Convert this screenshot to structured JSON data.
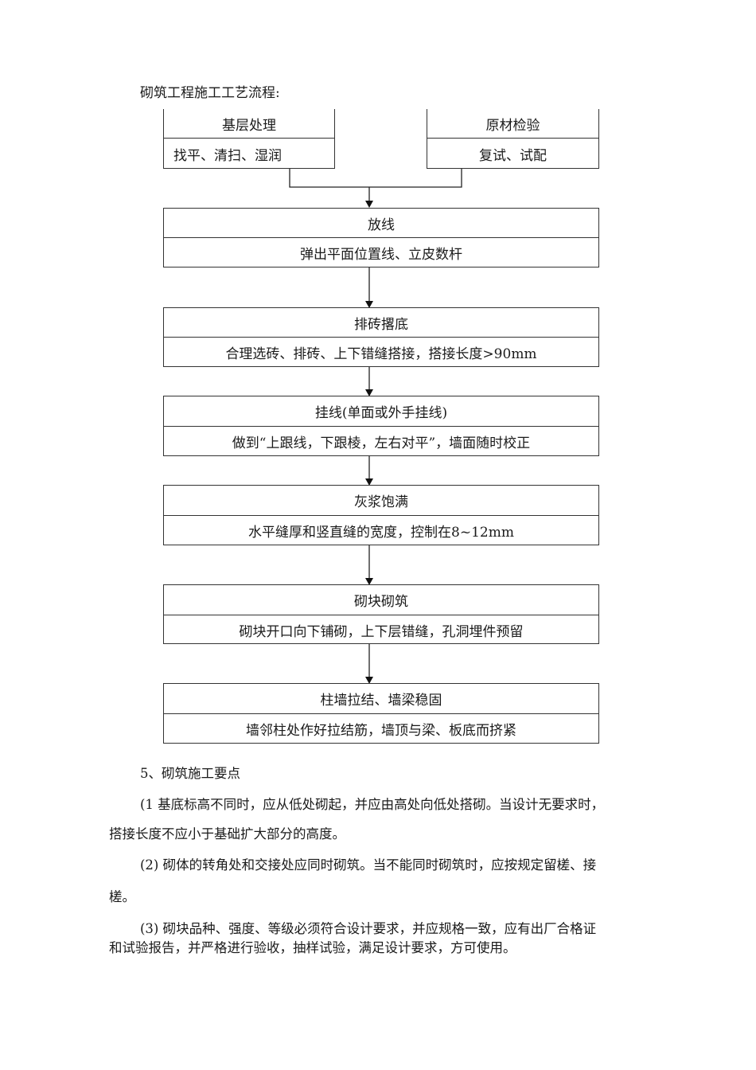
{
  "title": "砌筑工程施工工艺流程:",
  "flowchart": {
    "inputs": [
      {
        "heading": "基层处理",
        "detail": "找平、清扫、湿润"
      },
      {
        "heading": "原材检验",
        "detail": "复试、试配"
      }
    ],
    "steps": [
      {
        "heading": "放线",
        "detail": "弹出平面位置线、立皮数杆"
      },
      {
        "heading": "排砖撂底",
        "detail": "合理选砖、排砖、上下错缝搭接，搭接长度>90mm"
      },
      {
        "heading": "挂线(单面或外手挂线)",
        "detail": "做到“上跟线，下跟棱，左右对平”，墙面随时校正"
      },
      {
        "heading": "灰浆饱满",
        "detail": "水平缝厚和竖直缝的宽度，控制在8~12mm"
      },
      {
        "heading": "砌块砌筑",
        "detail": "砌块开口向下铺砌，上下层错缝，孔洞埋件预留"
      },
      {
        "heading": "柱墙拉结、墙梁稳固",
        "detail": "墙邻柱处作好拉结筋，墙顶与梁、板底而挤紧"
      }
    ]
  },
  "section": {
    "heading": "5、砌筑施工要点",
    "paragraphs": [
      {
        "line1": "(1 基底标高不同时，应从低处砌起，并应由高处向低处搭砌。当设计无要求时，",
        "line2": "搭接长度不应小于基础扩大部分的高度。"
      },
      {
        "line1": "(2)  砌体的转角处和交接处应同时砌筑。当不能同时砌筑时，应按规定留槎、接",
        "line2": "槎。"
      },
      {
        "line1": "(3)  砌块品种、强度、等级必须符合设计要求，并应规格一致，应有出厂合格证",
        "line2": "和试验报告，并严格进行验收，抽样试验，满足设计要求，方可使用。"
      }
    ]
  }
}
